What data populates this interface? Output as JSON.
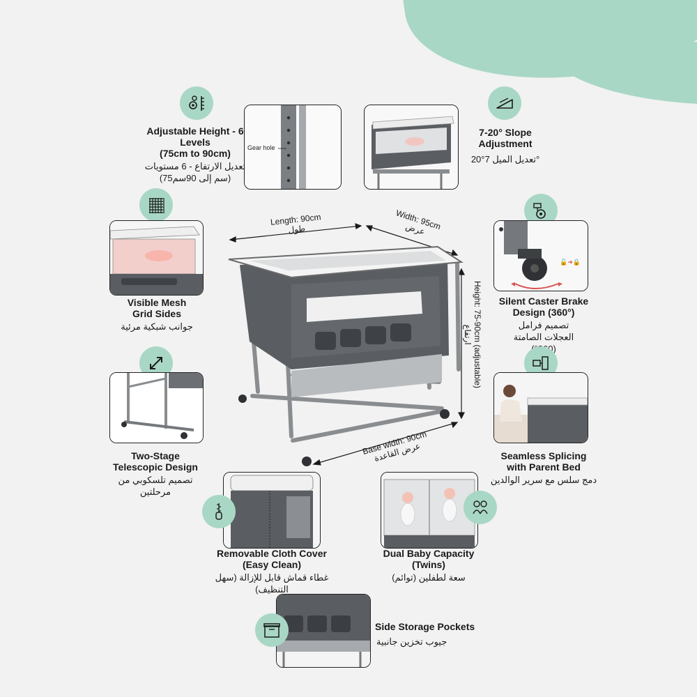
{
  "colors": {
    "accent": "#a9d7c6",
    "background": "#f2f2f2",
    "frame": "#6b6b6b",
    "fabric": "#5a5e62"
  },
  "features": {
    "adjustable_height": {
      "en": "Adjustable Height - 6 Levels",
      "en_sub": "(75cm to 90cm)",
      "ar": "تعديل الارتفاع - 6 مستويات",
      "ar_sub": "(75سم إلى 90سم)",
      "icon": "gear-height-icon",
      "callout": "Gear hole"
    },
    "slope": {
      "en": "7-20° Slope Adjustment",
      "ar": "تعديل الميل 7°20°",
      "icon": "slope-icon"
    },
    "mesh": {
      "en": "Visible Mesh Grid Sides",
      "ar": "جوانب شبكية مرئية",
      "icon": "mesh-grid-icon"
    },
    "caster": {
      "en": "Silent Caster Brake Design (360°)",
      "ar": "تصميم فرامل العجلات الصامتة (360°)",
      "icon": "caster-wheel-icon"
    },
    "telescopic": {
      "en": "Two-Stage Telescopic Design",
      "ar": "تصميم تلسكوبي من مرحلتين",
      "icon": "telescopic-arrow-icon"
    },
    "splicing": {
      "en": "Seamless Splicing with Parent Bed",
      "ar": "دمج سلس مع سرير الوالدين",
      "icon": "splice-icon"
    },
    "cloth": {
      "en": "Removable Cloth Cover (Easy Clean)",
      "ar": "غطاء قماش قابل للإزالة (سهل التنظيف)",
      "icon": "zipper-icon"
    },
    "twins": {
      "en": "Dual Baby Capacity (Twins)",
      "ar": "سعة لطفلين (توائم)",
      "icon": "twin-babies-icon"
    },
    "storage": {
      "en": "Side Storage Pockets",
      "ar": "جيوب تخزين جانبية",
      "icon": "storage-box-icon"
    }
  },
  "dimensions": {
    "length_en": "Length: 90cm",
    "length_ar": "طول",
    "width_en": "Width: 95cm",
    "width_ar": "عرض",
    "height_en": "Height: 75-90cm (adjustable)",
    "height_ar": "ارتفاع",
    "base_en": "Base width: 90cm",
    "base_ar": "عرض القاعدة"
  }
}
